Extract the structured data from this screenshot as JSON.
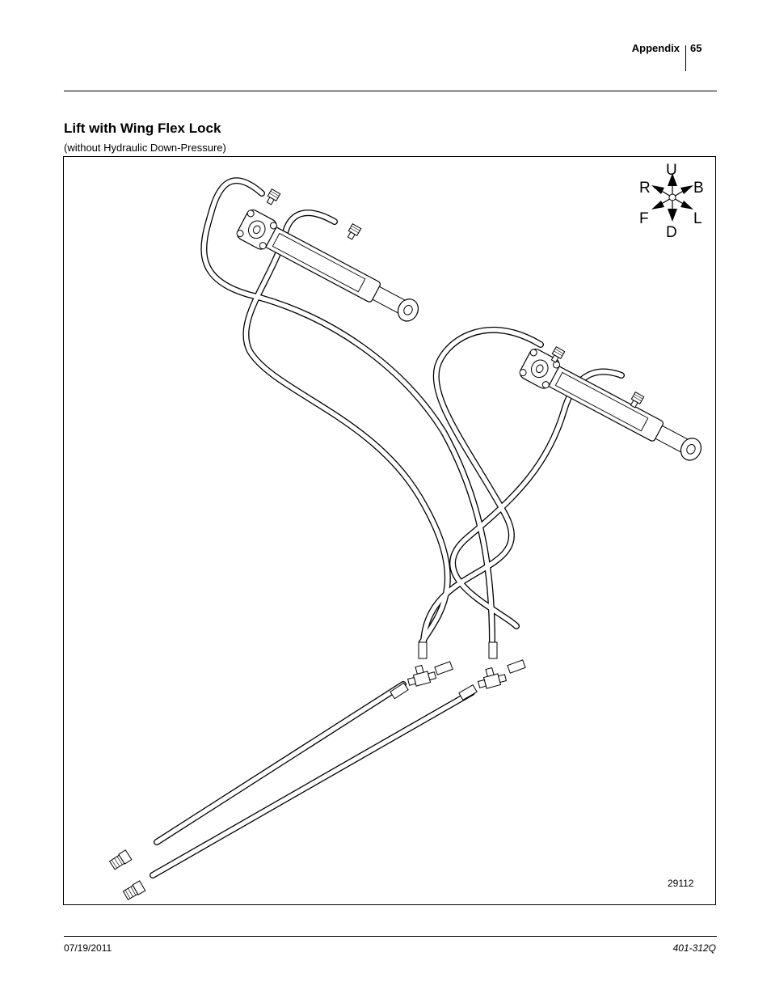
{
  "header": {
    "section": "Appendix",
    "page_number": "65"
  },
  "title": "Lift with Wing Flex Lock",
  "subtitle": "(without Hydraulic Down-Pressure)",
  "figure": {
    "compass": {
      "up": "U",
      "down": "D",
      "right": "R",
      "back": "B",
      "front": "F",
      "left": "L"
    },
    "figure_number": "29112"
  },
  "footer": {
    "date": "07/19/2011",
    "doc_number": "401-312Q"
  }
}
